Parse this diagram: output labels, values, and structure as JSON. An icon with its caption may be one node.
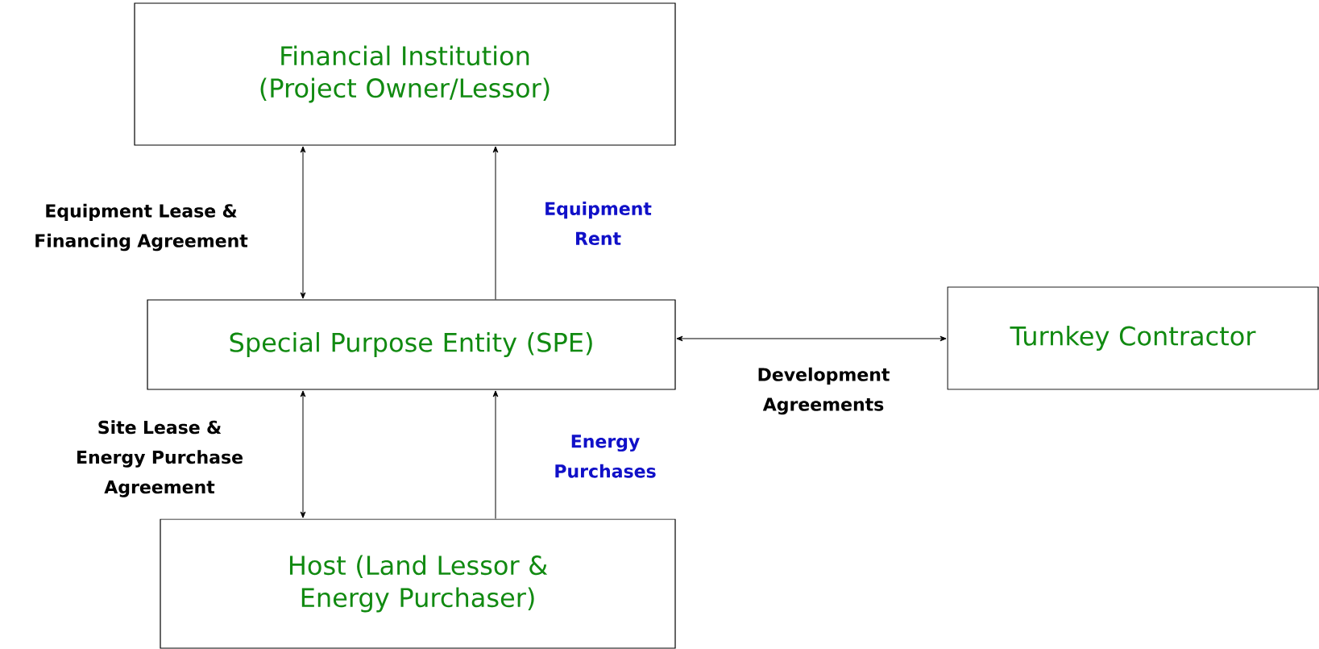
{
  "diagram": {
    "nodes": [
      {
        "text": [
          "Financial Institution (Project Owner/Lessor)"
        ]
      },
      {
        "text": [
          "Special Purpose Entity (SPE)"
        ]
      },
      {
        "text": [
          "Turnkey Contractor"
        ]
      },
      {
        "text": [
          "Host (Land Lessor & Energy Purchaser)"
        ]
      }
    ],
    "edges": [
      {
        "from": 1,
        "to": 0,
        "arrow": "both",
        "label": "Equipment Lease & Financing Agreement"
      },
      {
        "from": 1,
        "to": 0,
        "arrow": "to",
        "label": "Equipment Rent"
      },
      {
        "from": 1,
        "to": 2,
        "arrow": "both",
        "label": "Development Agreements"
      },
      {
        "from": 1,
        "to": 3,
        "arrow": "both",
        "label": "Site Lease & Energy Purchase Agreement"
      },
      {
        "from": 3,
        "to": 1,
        "arrow": "to",
        "label": "Energy Purchases"
      }
    ]
  }
}
